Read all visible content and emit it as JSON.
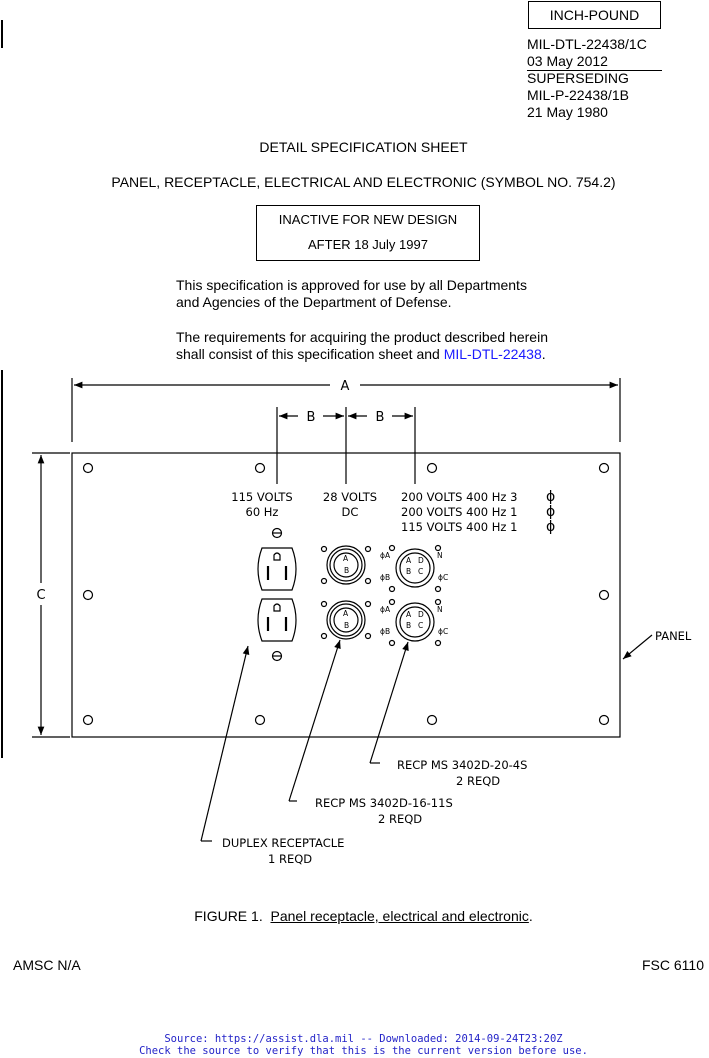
{
  "header": {
    "class_box": "INCH-POUND",
    "doc_number": "MIL-DTL-22438/1C",
    "doc_date": "03 May 2012",
    "superseding_label": "SUPERSEDING",
    "superseded_number": "MIL-P-22438/1B",
    "superseded_date": "21 May 1980"
  },
  "title": {
    "sheet_type": "DETAIL SPECIFICATION SHEET",
    "item_name": "PANEL, RECEPTACLE, ELECTRICAL AND ELECTRONIC (SYMBOL NO. 754.2)"
  },
  "inactive_notice": {
    "line1": "INACTIVE FOR NEW DESIGN",
    "line2": "AFTER 18 July 1997"
  },
  "approval": {
    "line1": "This specification is approved for use by all Departments",
    "line2": "and Agencies of the Department of Defense."
  },
  "requirements": {
    "line1": "The requirements for acquiring the product described herein",
    "line2_prefix": "shall consist of this specification sheet and ",
    "line2_link": "MIL-DTL-22438",
    "line2_suffix": "."
  },
  "figure": {
    "dim_a": "A",
    "dim_b": "B",
    "dim_c": "C",
    "label_115v_line1": "115 VOLTS",
    "label_115v_line2": "60 Hz",
    "label_28v_line1": "28 VOLTS",
    "label_28v_line2": "DC",
    "label_200v_line1": "200 VOLTS 400 Hz 3",
    "label_200v_line2": "200 VOLTS 400 Hz 1",
    "label_200v_line3": "115 VOLTS 400 Hz 1",
    "phase_symbol": "ϕ",
    "panel_label": "PANEL",
    "recp_20_line1": "RECP MS 3402D-20-4S",
    "recp_20_line2": "2 REQD",
    "recp_16_line1": "RECP MS 3402D-16-11S",
    "recp_16_line2": "2 REQD",
    "duplex_line1": "DUPLEX RECEPTACLE",
    "duplex_line2": "1 REQD",
    "pin_a": "A",
    "pin_b": "B",
    "pin_c": "C",
    "pin_d": "D",
    "pin_n": "N",
    "phase_a": "ϕA",
    "phase_b": "ϕB",
    "phase_c": "ϕC"
  },
  "caption": {
    "prefix": "FIGURE 1.  ",
    "underlined": "Panel receptacle, electrical and electronic",
    "suffix": "."
  },
  "footer": {
    "amsc": "AMSC N/A",
    "fsc": "FSC 6110"
  },
  "source_notice": {
    "line1": "Source: https://assist.dla.mil -- Downloaded: 2014-09-24T23:20Z",
    "line2": "Check the source to verify that this is the current version before use."
  }
}
